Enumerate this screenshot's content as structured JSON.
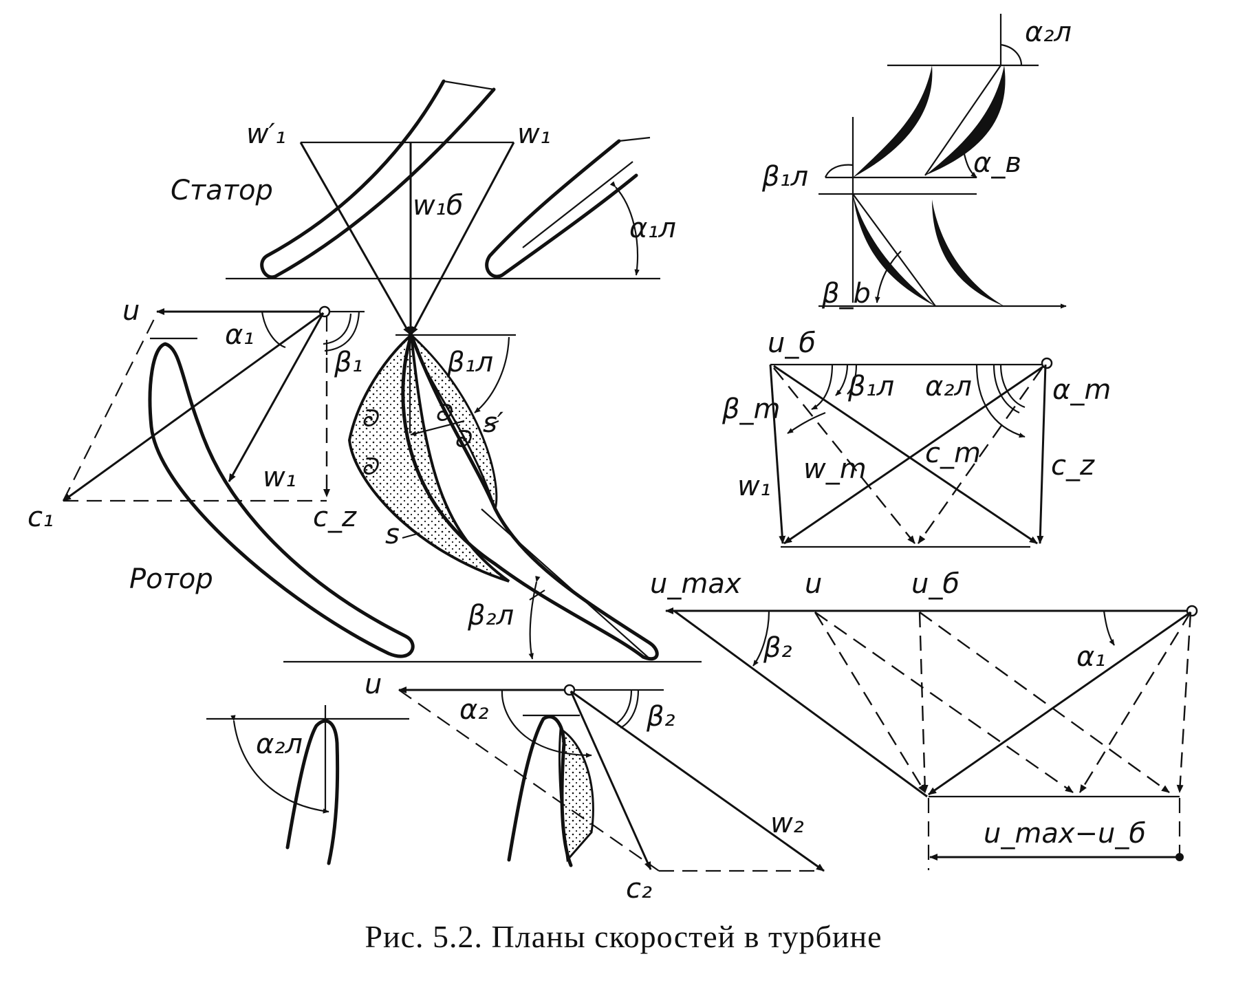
{
  "caption": "Рис. 5.2. Планы скоростей в турбине",
  "labels": {
    "stator": "Статор",
    "rotor": "Ротор",
    "w1_prime": "w′₁",
    "w1": "w₁",
    "w1b": "w₁б",
    "alpha1l": "α₁л",
    "u": "u",
    "alpha1": "α₁",
    "beta1": "β₁",
    "c1": "c₁",
    "cz": "c_z",
    "beta1l": "β₁л",
    "s_prime": "s′",
    "s": "s",
    "beta2l": "β₂л",
    "alpha2": "α₂",
    "beta2": "β₂",
    "w2": "w₂",
    "c2": "c₂",
    "alpha2l": "α₂л",
    "alpha_v": "α_в",
    "beta_b": "β_b",
    "u_b": "u_б",
    "alpha_m": "α_m",
    "beta_m": "β_m",
    "w_m": "w_m",
    "c_m": "c_m",
    "u_max": "u_max",
    "umax_minus_ub": "u_max−u_б"
  }
}
